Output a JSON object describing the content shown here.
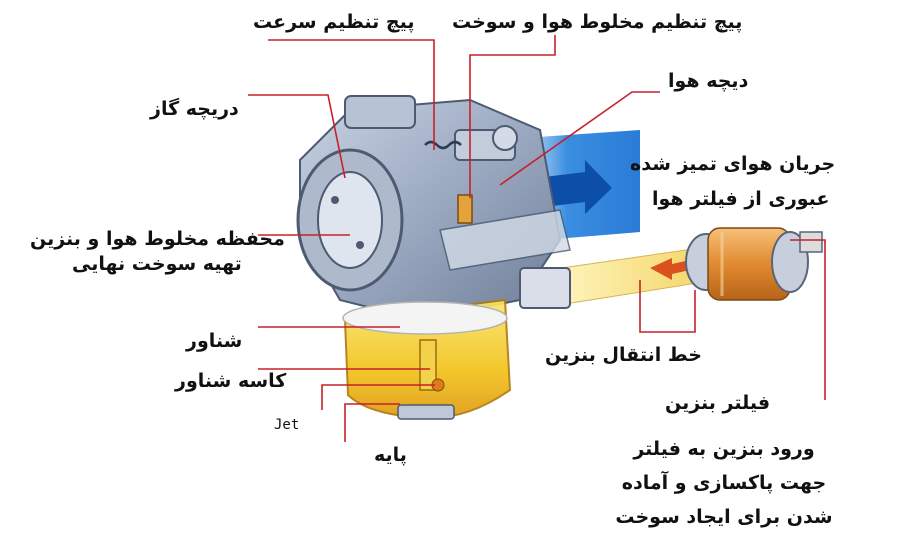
{
  "colors": {
    "leader_line": "#c8202a",
    "air_flow": "#3a8ee0",
    "fuel": "#f2c21a",
    "metal": "#8a9bb8"
  },
  "labels": {
    "speed_screw": "پیچ تنظیم سرعت",
    "mixture_screw": "پیچ تنظیم مخلوط هوا و سوخت",
    "air_valve": "دیچه هوا",
    "throttle": "دریچه گاز",
    "clean_air_line1": "جریان هوای تمیز شده",
    "clean_air_line2": "عبوری از فیلتر هوا",
    "mixing_chamber_line1": "محفظه مخلوط هوا و بنزین",
    "mixing_chamber_line2": "تهیه سوخت نهایی",
    "float": "شناور",
    "float_bowl": "کاسه شناور",
    "jet": "Jet",
    "base": "پایه",
    "fuel_line": "خط انتقال بنزین",
    "fuel_filter": "فیلتر بنزین",
    "fuel_entry_line1": "ورود بنزین به فیلتر",
    "fuel_entry_line2": "جهت پاکسازی و آماده",
    "fuel_entry_line3": "شدن برای ایجاد سوخت"
  }
}
